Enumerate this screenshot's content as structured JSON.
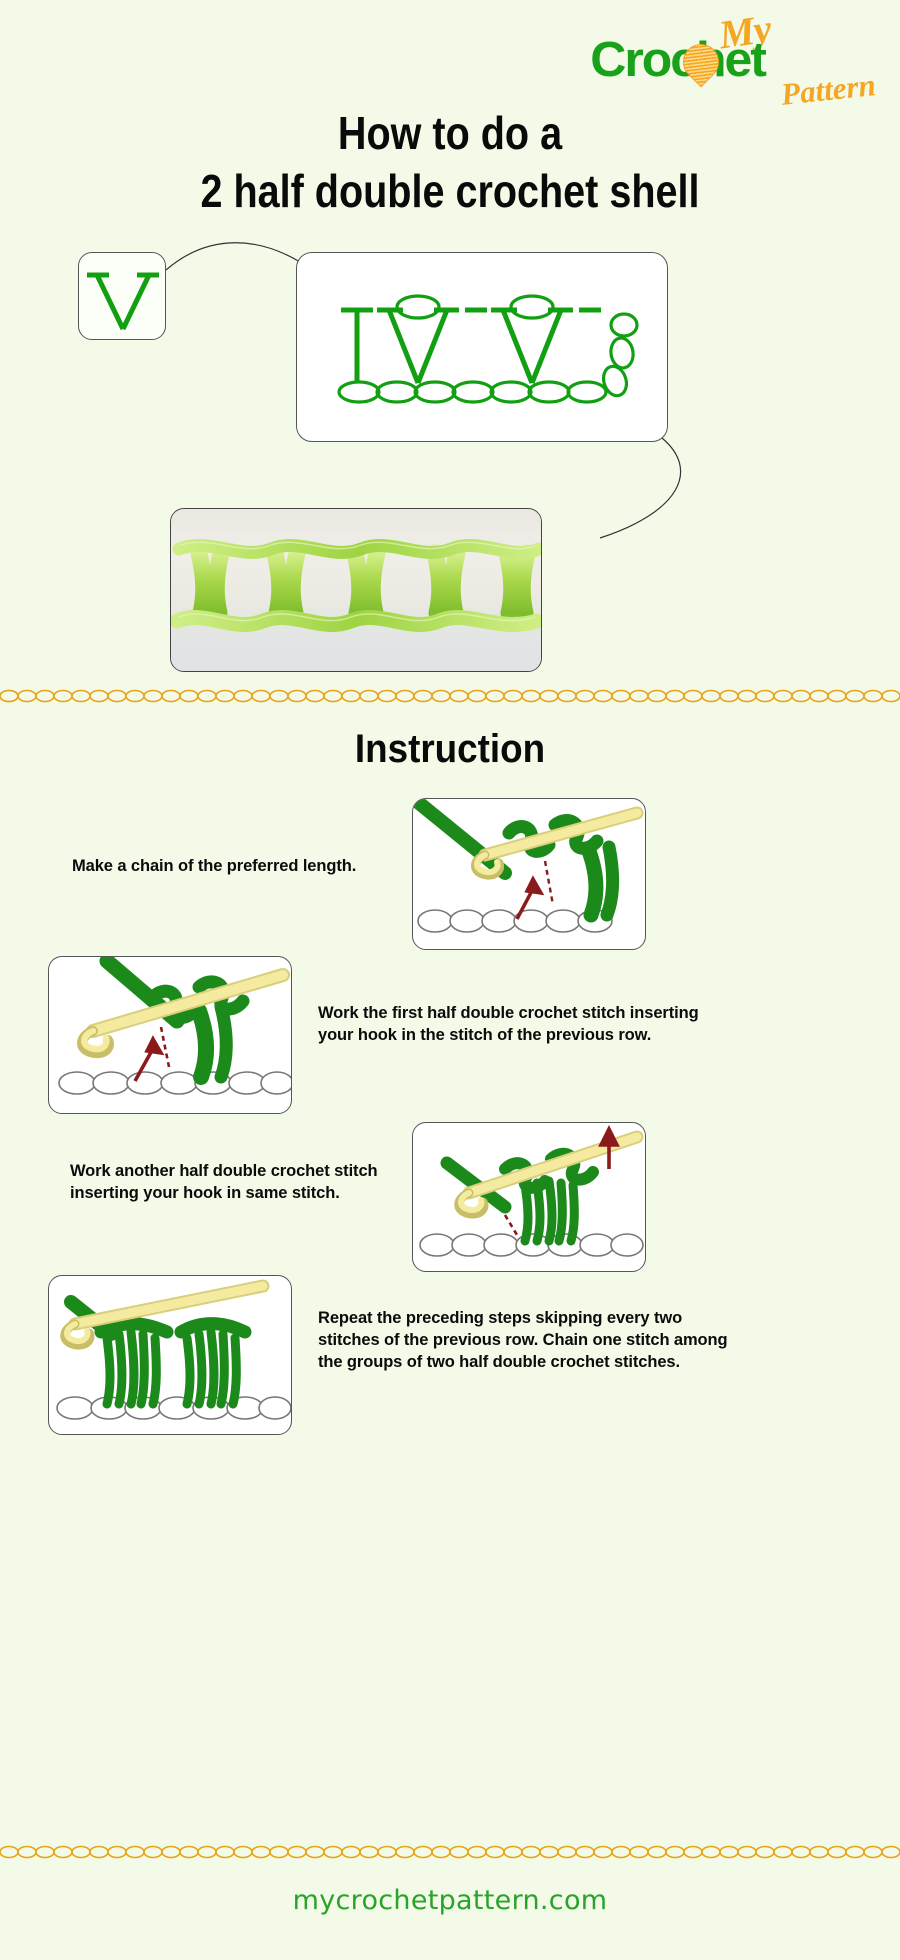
{
  "brand": {
    "logo_my": "My",
    "logo_crochet": "Crochet",
    "logo_pattern": "Pattern",
    "yarn_icon": "yarn-ball-heart-icon",
    "green": "#1aa11a",
    "gold": "#f5a623"
  },
  "header": {
    "title_line1": "How to do a",
    "title_line2": "2 half double crochet shell"
  },
  "symbols": {
    "key_symbol": "V",
    "key_symbol_name": "half-double-crochet-V-symbol",
    "chart_description": "Crochet stitch chart: two half double crochet shells (V) separated by chain stitches over a foundation chain row",
    "chain_count": 9,
    "shell_count": 2
  },
  "swatch": {
    "alt": "green yarn crocheted shell stitch swatch photo",
    "yarn_color": "#a8d84a"
  },
  "instruction": {
    "heading": "Instruction",
    "steps": [
      {
        "index": 1,
        "text": "Make a chain of the preferred length.",
        "image_alt": "crochet hook yarn over chain diagram"
      },
      {
        "index": 2,
        "text": "Work the first half double crochet stitch inserting your hook in the stitch of the previous row.",
        "image_alt": "crochet hook inserted into stitch of previous row diagram"
      },
      {
        "index": 3,
        "text": "Work another half double crochet stitch inserting your hook in same stitch.",
        "image_alt": "second half double crochet stitch in same stitch diagram"
      },
      {
        "index": 4,
        "text": "Repeat the preceding steps skipping every two stitches of the previous row. Chain one stitch among the groups of two half double crochet stitches.",
        "image_alt": "two completed half double crochet shell groups diagram"
      }
    ]
  },
  "footer": {
    "website": "mycrochetpattern.com"
  },
  "theme": {
    "background": "#f3fbe8",
    "text": "#0a0a0a",
    "symbol_green": "#12a012",
    "chain_gold": "#e8a317",
    "illustration_green": "#1b8a1b",
    "illustration_hook": "#f5eba0",
    "illustration_arrow": "#8b1a1a"
  }
}
